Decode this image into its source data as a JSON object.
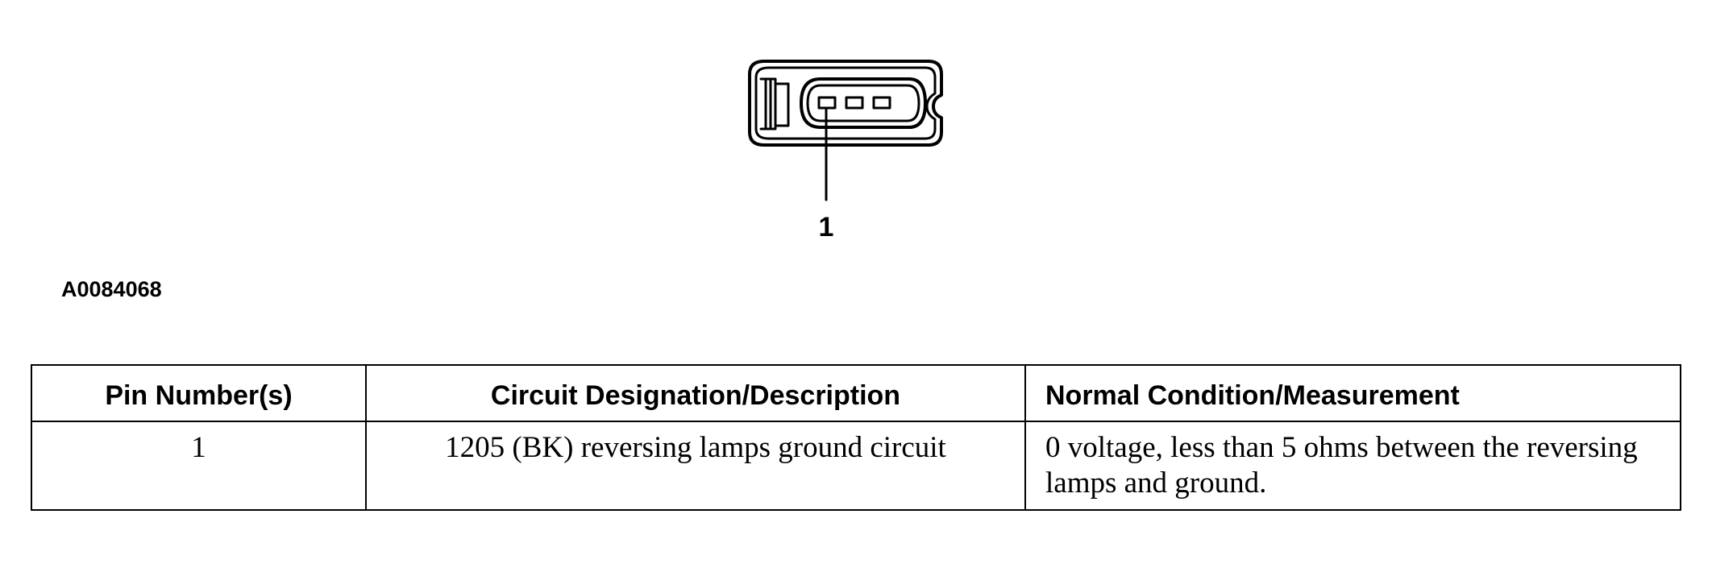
{
  "figure": {
    "connector": "3-pin connector, face view",
    "callout": "1",
    "figure_id": "A0084068"
  },
  "table": {
    "headers": [
      "Pin Number(s)",
      "Circuit Designation/Description",
      "Normal Condition/Measurement"
    ],
    "rows": [
      {
        "pin": "1",
        "description": "1205 (BK) reversing lamps ground circuit",
        "condition": "0 voltage, less than 5 ohms between the reversing lamps and ground."
      }
    ]
  }
}
